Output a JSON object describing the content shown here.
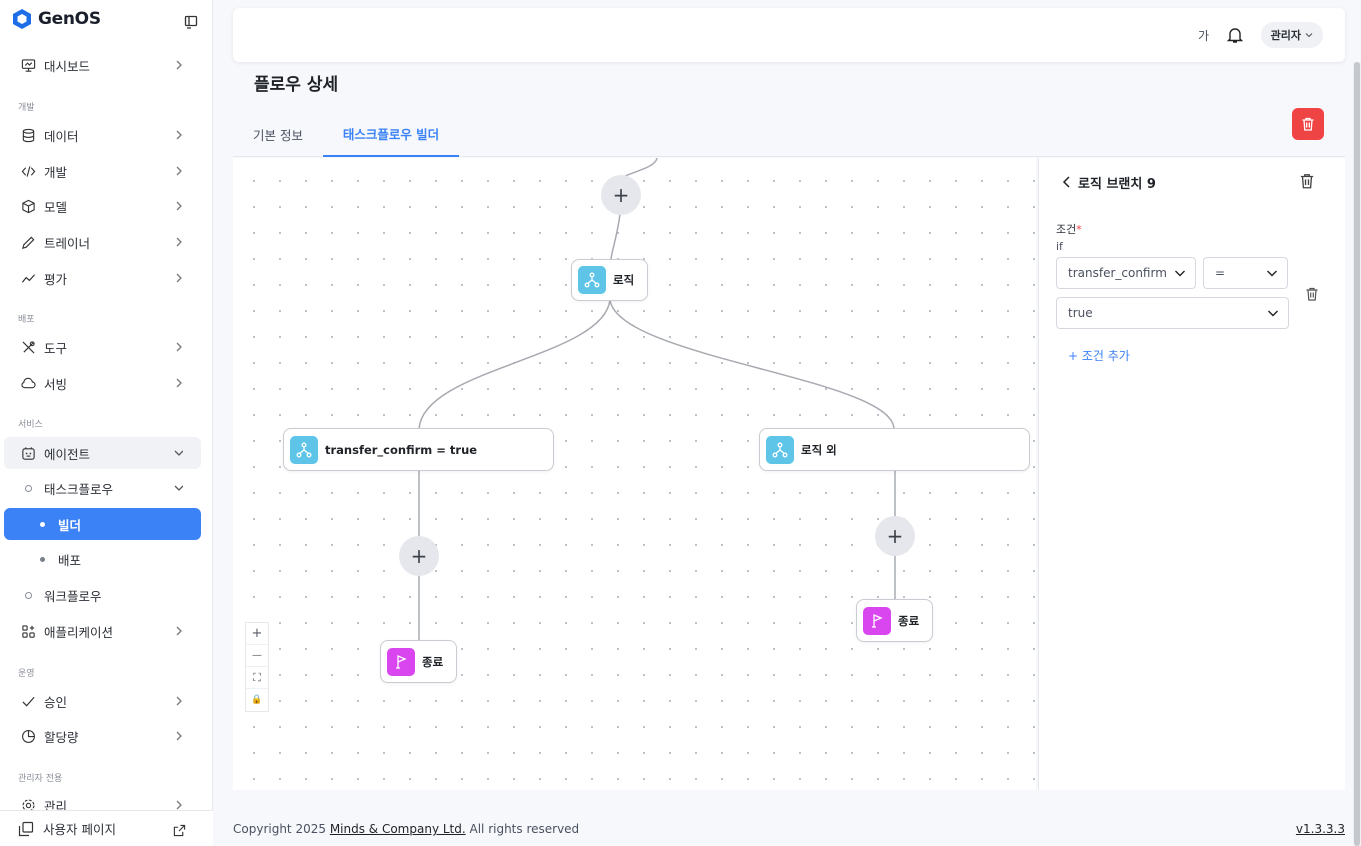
{
  "app": {
    "name": "GenOS"
  },
  "sidebar": {
    "items": [
      {
        "label": "대시보드",
        "icon": "monitor-icon"
      },
      {
        "section": "개발"
      },
      {
        "label": "데이터",
        "icon": "database-icon"
      },
      {
        "label": "개발",
        "icon": "code-icon"
      },
      {
        "label": "모델",
        "icon": "cube-icon"
      },
      {
        "label": "트레이너",
        "icon": "pencil-icon"
      },
      {
        "label": "평가",
        "icon": "trend-icon"
      },
      {
        "section": "배포"
      },
      {
        "label": "도구",
        "icon": "tools-icon"
      },
      {
        "label": "서빙",
        "icon": "cloud-icon"
      },
      {
        "section": "서비스"
      },
      {
        "label": "에이전트",
        "icon": "agent-icon",
        "expanded": true
      },
      {
        "label": "태스크플로우",
        "sub": true,
        "expanded": true
      },
      {
        "label": "빌더",
        "subsub": true,
        "active": true
      },
      {
        "label": "배포",
        "subsub": true
      },
      {
        "label": "워크플로우",
        "sub": true
      },
      {
        "label": "애플리케이션",
        "icon": "apps-icon"
      },
      {
        "section": "운영"
      },
      {
        "label": "승인",
        "icon": "check-icon"
      },
      {
        "label": "할당량",
        "icon": "pie-icon"
      },
      {
        "section": "관리자 전용"
      },
      {
        "label": "관리",
        "icon": "settings-icon"
      }
    ],
    "footer": {
      "label": "사용자 페이지"
    }
  },
  "header": {
    "lang": "가",
    "user": "관리자"
  },
  "page": {
    "title": "플로우 상세",
    "tabs": [
      {
        "label": "기본 정보"
      },
      {
        "label": "태스크플로우 빌더",
        "active": true
      }
    ]
  },
  "canvas": {
    "nodes": {
      "logic": "로직",
      "branch_true": "transfer_confirm = true",
      "branch_else": "로직 외",
      "end_left": "종료",
      "end_right": "종료"
    },
    "plus": "+",
    "zoom": {
      "in": "+",
      "out": "—",
      "fit": "⛶",
      "lock": "🔒"
    }
  },
  "panel": {
    "title": "로직 브랜치 9",
    "condition_label": "조건",
    "required_mark": "*",
    "if_label": "if",
    "field": "transfer_confirm",
    "operator": "=",
    "value": "true",
    "add_condition": "+ 조건 추가"
  },
  "footer": {
    "copyright_prefix": "Copyright 2025 ",
    "company": "Minds & Company Ltd.",
    "copyright_suffix": " All rights reserved",
    "version": "v1.3.3.3"
  },
  "colors": {
    "accent": "#3b82f6",
    "danger": "#ef4444",
    "logic_node": "#5ec5e9",
    "end_node": "#d946ef"
  }
}
